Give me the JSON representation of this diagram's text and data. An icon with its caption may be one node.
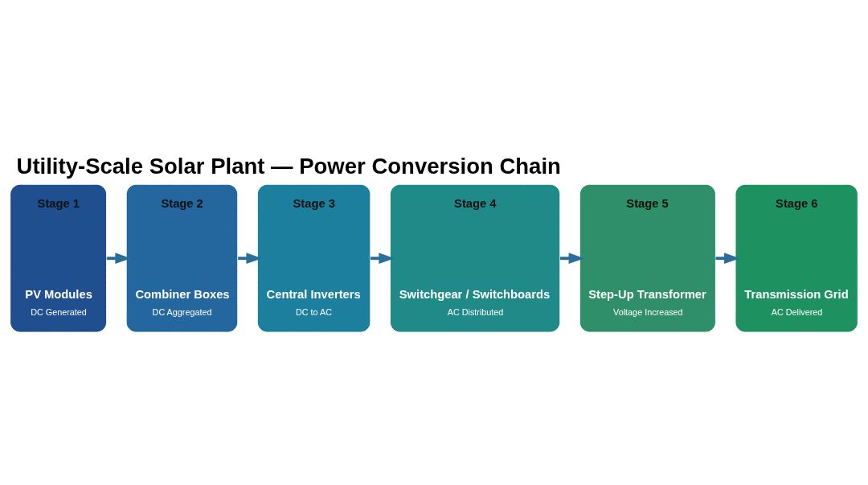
{
  "diagram": {
    "title": "Utility-Scale Solar Plant — Power Conversion Chain",
    "nodes": [
      {
        "text": [
          "Stage 1",
          "PV Modules",
          "DC Generated"
        ]
      },
      {
        "text": [
          "Stage 2",
          "Combiner Boxes",
          "DC Aggregated"
        ]
      },
      {
        "text": [
          "Stage 3",
          "Central Inverters",
          "DC to AC"
        ]
      },
      {
        "text": [
          "Stage 4",
          "Switchgear / Switchboards",
          "AC Distributed"
        ]
      },
      {
        "text": [
          "Stage 5",
          "Step-Up Transformer",
          "Voltage Increased"
        ]
      },
      {
        "text": [
          "Stage 6",
          "Transmission Grid",
          "AC Delivered"
        ]
      }
    ],
    "edges": [
      {
        "from": 0,
        "to": 1,
        "arrow": "to"
      },
      {
        "from": 1,
        "to": 2,
        "arrow": "to"
      },
      {
        "from": 2,
        "to": 3,
        "arrow": "to"
      },
      {
        "from": 3,
        "to": 4,
        "arrow": "to"
      },
      {
        "from": 4,
        "to": 5,
        "arrow": "to"
      }
    ]
  }
}
